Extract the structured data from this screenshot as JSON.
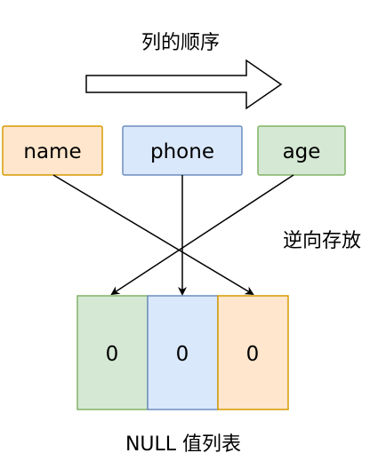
{
  "diagram": {
    "column_order_label": "列的顺序",
    "reverse_storage_label": "逆向存放",
    "null_list_label": "NULL 值列表",
    "columns": [
      {
        "name": "name",
        "fill": "#ffe6cc",
        "stroke": "#d79b00"
      },
      {
        "name": "phone",
        "fill": "#dae8fc",
        "stroke": "#6c8ebf"
      },
      {
        "name": "age",
        "fill": "#d5e8d4",
        "stroke": "#82b366"
      }
    ],
    "null_cells": [
      {
        "value": "0",
        "fill": "#d5e8d4",
        "stroke": "#82b366"
      },
      {
        "value": "0",
        "fill": "#dae8fc",
        "stroke": "#6c8ebf"
      },
      {
        "value": "0",
        "fill": "#ffe6cc",
        "stroke": "#d79b00"
      }
    ]
  }
}
